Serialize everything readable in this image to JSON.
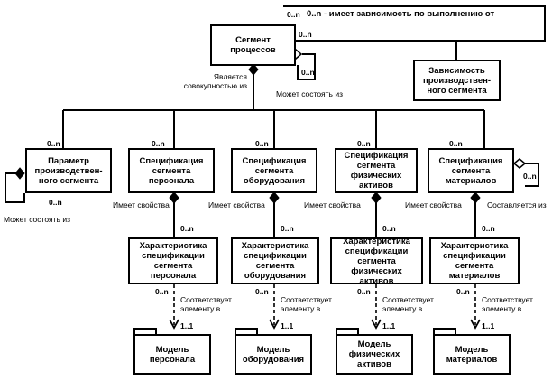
{
  "boxes": {
    "segment": "Сегмент\nпроцессов",
    "dependency": "Зависимость\nпроизводствен-\nного сегмента",
    "parameter": "Параметр\nпроизводствен-\nного сегмента",
    "spec_personnel": "Спецификация\nсегмента\nперсонала",
    "spec_equipment": "Спецификация\nсегмента\nоборудования",
    "spec_physical": "Спецификация\nсегмента\nфизических\nактивов",
    "spec_material": "Спецификация\nсегмента\nматериалов",
    "prop_personnel": "Характеристика\nспецификации\nсегмента\nперсонала",
    "prop_equipment": "Характеристика\nспецификации\nсегмента\nоборудования",
    "prop_physical": "Характеристика\nспецификации\nсегмента\nфизических активов",
    "prop_material": "Характеристика\nспецификации\nсегмента\nматериалов"
  },
  "models": {
    "personnel": "Модель\nперсонала",
    "equipment": "Модель\nоборудования",
    "physical": "Модель\nфизических\nактивов",
    "material": "Модель\nматериалов"
  },
  "notes": {
    "dependency_note": "0..n - имеет зависимость по выполнению от"
  },
  "labels": {
    "is_collection_of": "Является\nсовокупностью из",
    "may_consist_of": "Может состоять из",
    "has_properties": "Имеет свойства",
    "corresponds_to": "Соответствует\nэлементу в",
    "assembled_from": "Составляется из"
  },
  "cardinality": {
    "many": "0..n",
    "one": "1..1"
  }
}
